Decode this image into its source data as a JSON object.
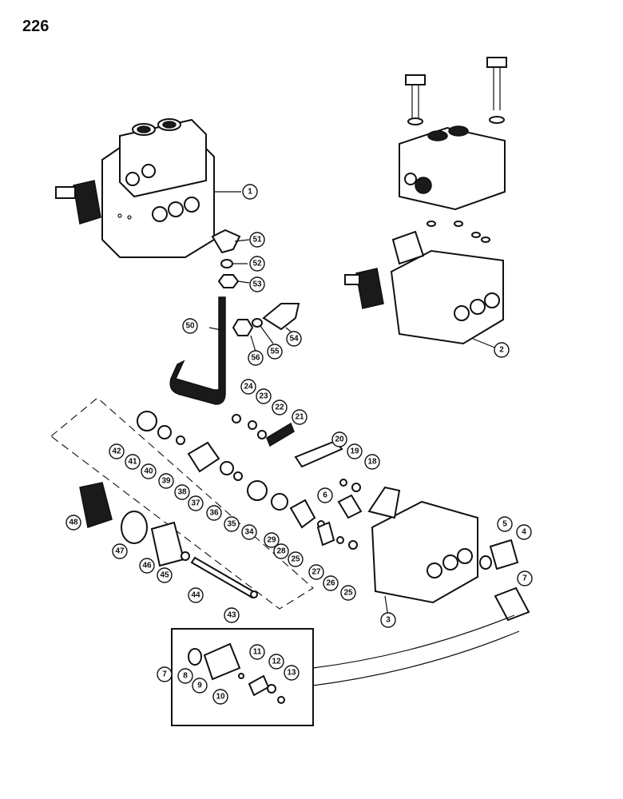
{
  "page_number": "226",
  "callouts": [
    "1",
    "2",
    "3",
    "4",
    "5",
    "6",
    "7",
    "7",
    "8",
    "9",
    "10",
    "11",
    "12",
    "13",
    "18",
    "19",
    "20",
    "21",
    "22",
    "23",
    "24",
    "25",
    "26",
    "27",
    "25",
    "28",
    "29",
    "34",
    "35",
    "36",
    "37",
    "38",
    "39",
    "40",
    "41",
    "42",
    "43",
    "44",
    "45",
    "46",
    "47",
    "48",
    "50",
    "51",
    "52",
    "53",
    "54",
    "55",
    "56"
  ]
}
